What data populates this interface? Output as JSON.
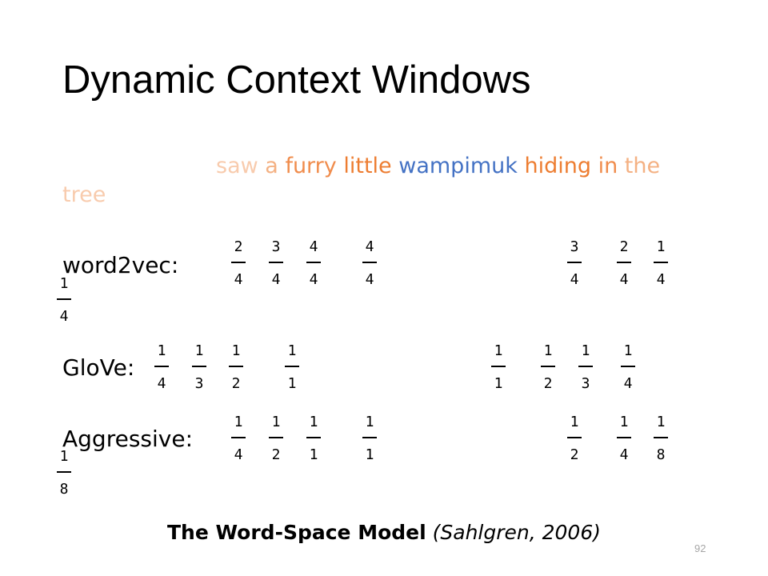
{
  "title": "Dynamic Context Windows",
  "sentence": {
    "words": [
      {
        "text": "saw",
        "color": "#f8cbad"
      },
      {
        "text": "a",
        "color": "#f4b183"
      },
      {
        "text": "furry",
        "color": "#f08c4c"
      },
      {
        "text": "little",
        "color": "#ed7d31"
      },
      {
        "text": "wampimuk",
        "color": "#4472c4"
      },
      {
        "text": "hiding",
        "color": "#ed7d31"
      },
      {
        "text": "in",
        "color": "#f08c4c"
      },
      {
        "text": "the",
        "color": "#f4b183"
      },
      {
        "text": "tree",
        "color": "#f8cbad"
      }
    ]
  },
  "rows": {
    "word2vec": {
      "label": "word2vec:",
      "fractions": [
        {
          "num": "1",
          "den": "4"
        },
        {
          "num": "2",
          "den": "4"
        },
        {
          "num": "3",
          "den": "4"
        },
        {
          "num": "4",
          "den": "4"
        },
        {
          "num": "4",
          "den": "4"
        },
        {
          "num": "3",
          "den": "4"
        },
        {
          "num": "2",
          "den": "4"
        },
        {
          "num": "1",
          "den": "4"
        }
      ]
    },
    "glove": {
      "label": "GloVe:",
      "fractions": [
        {
          "num": "1",
          "den": "4"
        },
        {
          "num": "1",
          "den": "3"
        },
        {
          "num": "1",
          "den": "2"
        },
        {
          "num": "1",
          "den": "1"
        },
        {
          "num": "1",
          "den": "1"
        },
        {
          "num": "1",
          "den": "2"
        },
        {
          "num": "1",
          "den": "3"
        },
        {
          "num": "1",
          "den": "4"
        }
      ]
    },
    "aggressive": {
      "label": "Aggressive:",
      "fractions": [
        {
          "num": "1",
          "den": "8"
        },
        {
          "num": "1",
          "den": "4"
        },
        {
          "num": "1",
          "den": "2"
        },
        {
          "num": "1",
          "den": "1"
        },
        {
          "num": "1",
          "den": "1"
        },
        {
          "num": "1",
          "den": "2"
        },
        {
          "num": "1",
          "den": "4"
        },
        {
          "num": "1",
          "den": "8"
        }
      ]
    }
  },
  "caption": {
    "bold": "The Word-Space Model",
    "italic": "(Sahlgren, 2006)"
  },
  "page_number": "92"
}
